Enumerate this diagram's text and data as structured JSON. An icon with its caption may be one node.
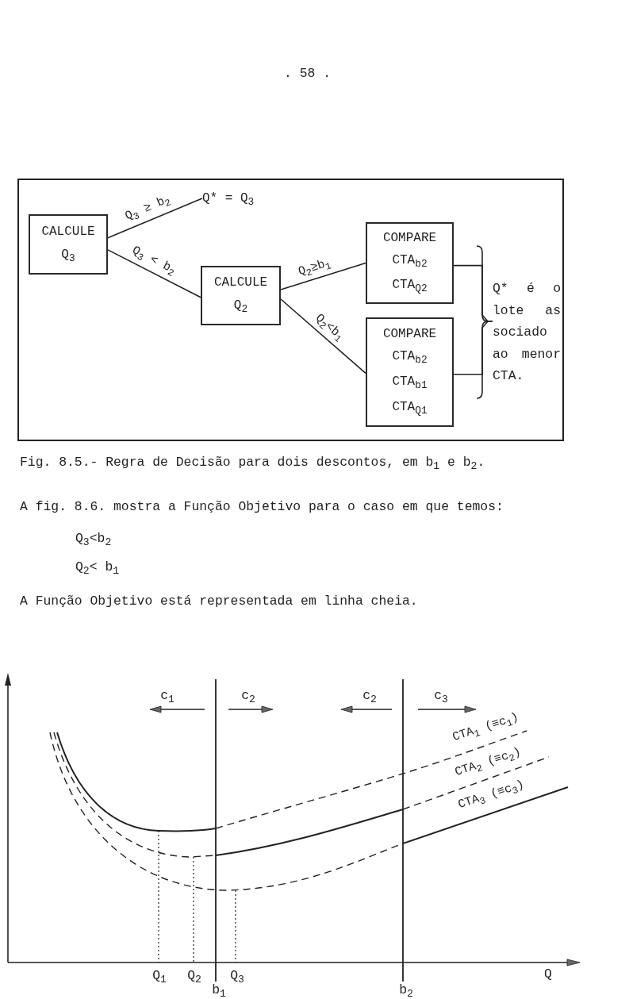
{
  "diagram": {
    "caption": "Fig. 8.5.- Regra de Decisão para dois descontos, em b$_{1}$ e b$_{2}$.",
    "nodes": [
      {
        "text": [
          "CALCULE",
          "Q$_{3}$"
        ]
      },
      {
        "text": [
          "Q* = Q$_{3}$"
        ]
      },
      {
        "text": [
          "CALCULE",
          "Q$_{2}$"
        ]
      },
      {
        "text": [
          "COMPARE",
          "CTA$_{b2}$",
          "CTA$_{Q2}$"
        ]
      },
      {
        "text": [
          "COMPARE",
          "CTA$_{b2}$",
          "CTA$_{b1}$",
          "CTA$_{Q1}$"
        ]
      },
      {
        "text": [
          "Q* é o lote as sociado ao menor CTA."
        ]
      }
    ],
    "edges": [
      {
        "from": 0,
        "to": 1,
        "arrow": "none",
        "label": "Q$_{3}$ ≥ b$_{2}$"
      },
      {
        "from": 0,
        "to": 2,
        "arrow": "none",
        "label": "Q$_{3}$ < b$_{2}$"
      },
      {
        "from": 2,
        "to": 3,
        "arrow": "none",
        "label": "Q$_{2}$≥b$_{1}$"
      },
      {
        "from": 2,
        "to": 4,
        "arrow": "none",
        "label": "Q$_{2}$<b$_{1}$"
      },
      {
        "from": 3,
        "to": 5,
        "arrow": "none"
      },
      {
        "from": 4,
        "to": 5,
        "arrow": "none"
      }
    ],
    "labels": [
      ". 58 .",
      "A fig. 8.6. mostra a Função Objetivo para o caso em que temos:",
      "Q$_{3}$<b$_{2}$",
      "Q$_{2}$< b$_{1}$",
      "A Função Objetivo está representada em linha cheia.",
      "c$_{1}$",
      "c$_{2}$",
      "c$_{2}$",
      "c$_{3}$",
      "CTA$_{1}$ (≡c$_{1}$)",
      "CTA$_{2}$ (≡c$_{2}$)",
      "CTA$_{3}$ (≡c$_{3}$)",
      "Q$_{1}$",
      "Q$_{2}$",
      "Q$_{3}$",
      "Q",
      "b$_{1}$",
      "b$_{2}$"
    ]
  }
}
